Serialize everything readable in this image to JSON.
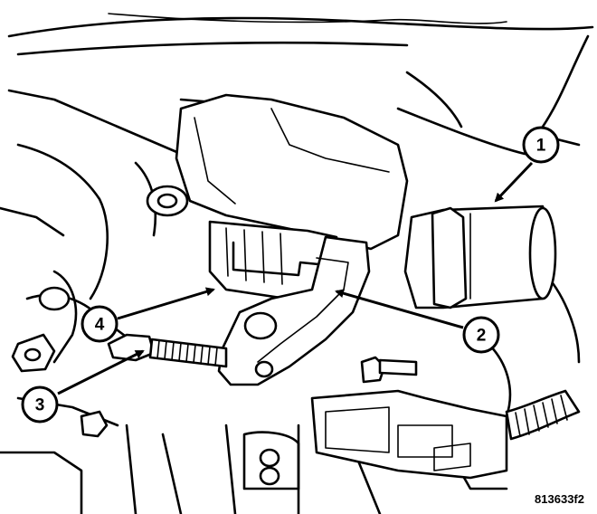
{
  "figure_id": "813633f2",
  "callouts": [
    {
      "label": "1",
      "part": "coolant outlet neck"
    },
    {
      "label": "2",
      "part": "gasket"
    },
    {
      "label": "3",
      "part": "stud"
    },
    {
      "label": "4",
      "part": "thermostat"
    }
  ]
}
